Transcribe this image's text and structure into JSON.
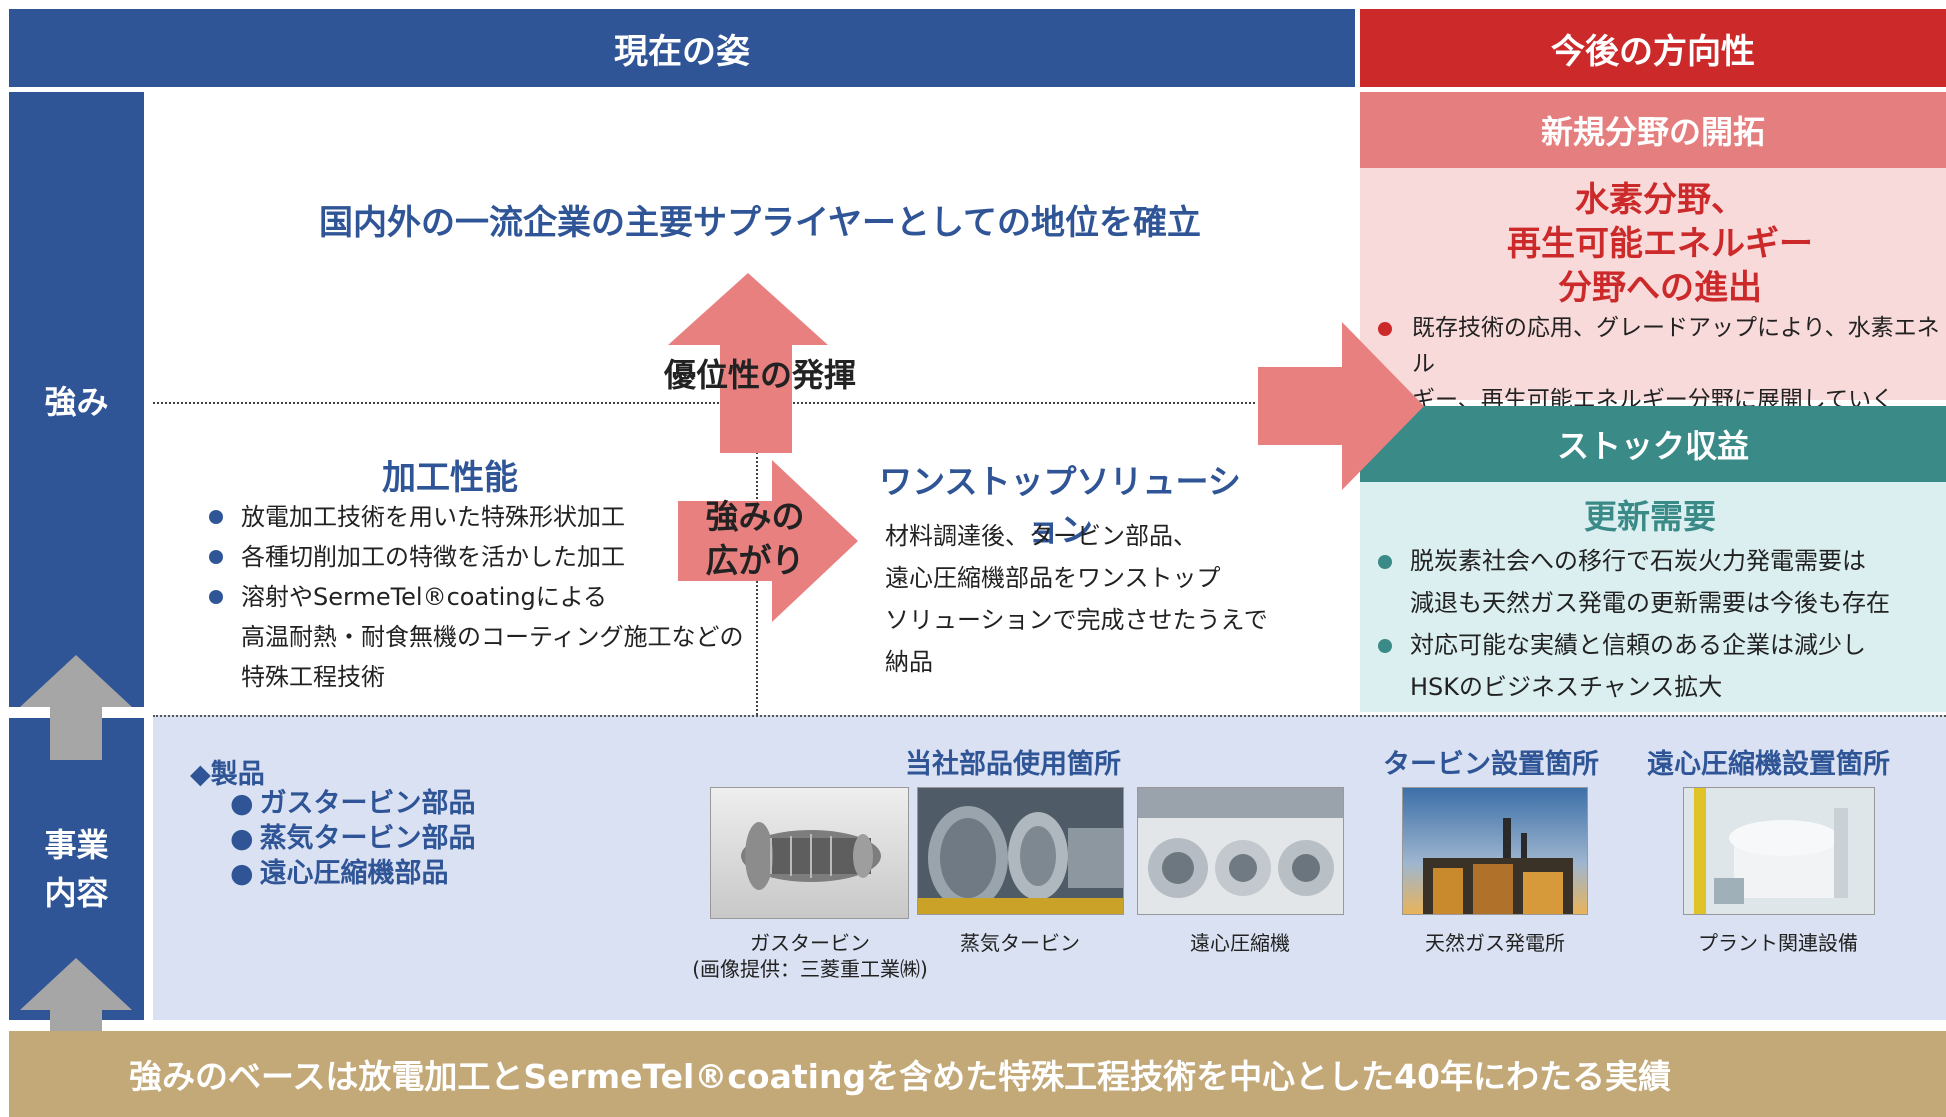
{
  "header": {
    "current": "現在の姿",
    "future": "今後の方向性"
  },
  "side": {
    "strength": "強み",
    "business_line1": "事業",
    "business_line2": "内容"
  },
  "strength_area": {
    "main_title": "国内外の一流企業の主要サプライヤーとしての地位を確立",
    "advantage_label": "優位性の発揮",
    "processing": {
      "title": "加工性能",
      "items": [
        "放電加工技術を用いた特殊形状加工",
        "各種切削加工の特徴を活かした加工",
        "溶射やSermeTel®coatingによる",
        "高温耐熱・耐食無機のコーティング施工などの",
        "特殊工程技術"
      ]
    },
    "spread_line1": "強みの",
    "spread_line2": "広がり",
    "one_stop": {
      "title": "ワンストップソリューション",
      "lines": [
        "材料調達後、タービン部品、",
        "遠心圧縮機部品をワンストップ",
        "ソリューションで完成させたうえで納品"
      ]
    }
  },
  "future": {
    "new_field": {
      "header": "新規分野の開拓",
      "title_lines": [
        "水素分野、",
        "再生可能エネルギー",
        "分野への進出"
      ],
      "bullet_lines": [
        "既存技術の応用、グレードアップにより、水素エネル",
        "ギー、再生可能エネルギー分野に展開していく"
      ]
    },
    "stock": {
      "header": "ストック収益",
      "title": "更新需要",
      "bullets": [
        [
          "脱炭素社会への移行で石炭火力発電需要は",
          "減退も天然ガス発電の更新需要は今後も存在"
        ],
        [
          "対応可能な実績と信頼のある企業は減少し",
          "HSKのビジネスチャンス拡大"
        ]
      ]
    }
  },
  "business": {
    "products_header": "◆製品",
    "products": [
      "ガスタービン部品",
      "蒸気タービン部品",
      "遠心圧縮機部品"
    ],
    "parts_usage_title": "当社部品使用箇所",
    "turbine_site_title": "タービン設置箇所",
    "compressor_site_title": "遠心圧縮機設置箇所",
    "photos": {
      "gas_turbine_caption1": "ガスタービン",
      "gas_turbine_caption2": "(画像提供：三菱重工業㈱)",
      "steam_turbine_caption": "蒸気タービン",
      "compressor_caption": "遠心圧縮機",
      "power_plant_caption": "天然ガス発電所",
      "plant_caption": "プラント関連設備"
    }
  },
  "base_text": "強みのベースは放電加工とSermeTel®coatingを含めた特殊工程技術を中心とした40年にわたる実績",
  "colors": {
    "navy": "#2f5597",
    "red": "#cc2a2a",
    "salmon": "#e57f7f",
    "teal": "#3a8a87",
    "tan": "#c3a878",
    "arrow_salmon": "#e88080",
    "arrow_gray": "#a6a6a6"
  }
}
